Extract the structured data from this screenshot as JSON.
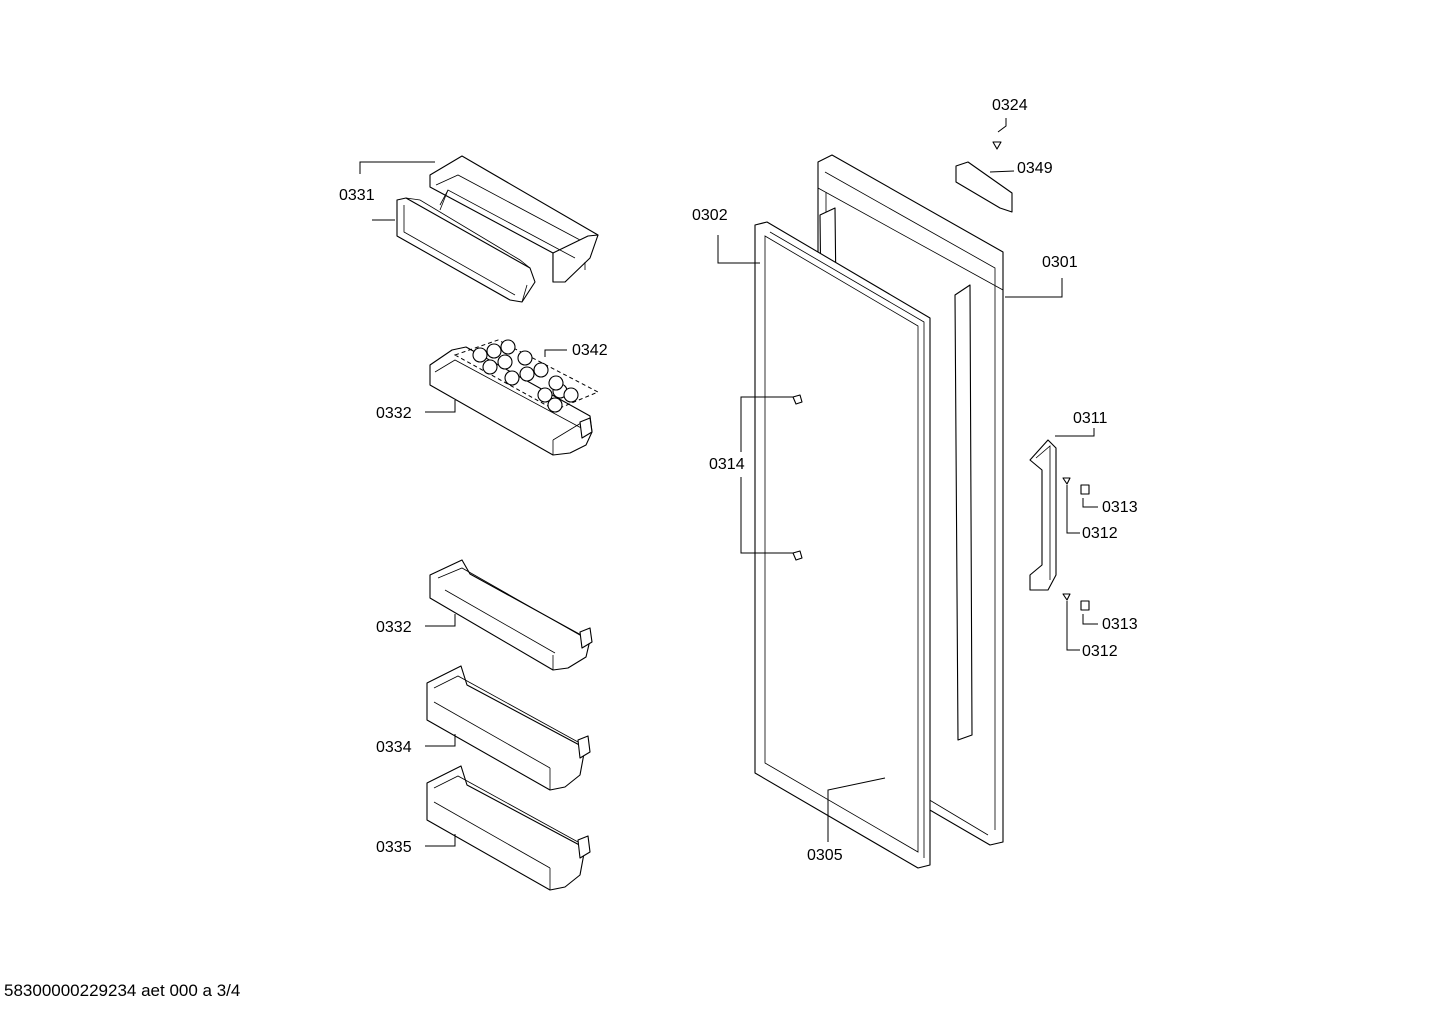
{
  "labels": {
    "p0324": "0324",
    "p0349": "0349",
    "p0331": "0331",
    "p0302": "0302",
    "p0301": "0301",
    "p0342": "0342",
    "p0332a": "0332",
    "p0311": "0311",
    "p0314": "0314",
    "p0313a": "0313",
    "p0312a": "0312",
    "p0332b": "0332",
    "p0313b": "0313",
    "p0312b": "0312",
    "p0334": "0334",
    "p0335": "0335",
    "p0305": "0305"
  },
  "footer": "58300000229234 aet 000 a 3/4"
}
